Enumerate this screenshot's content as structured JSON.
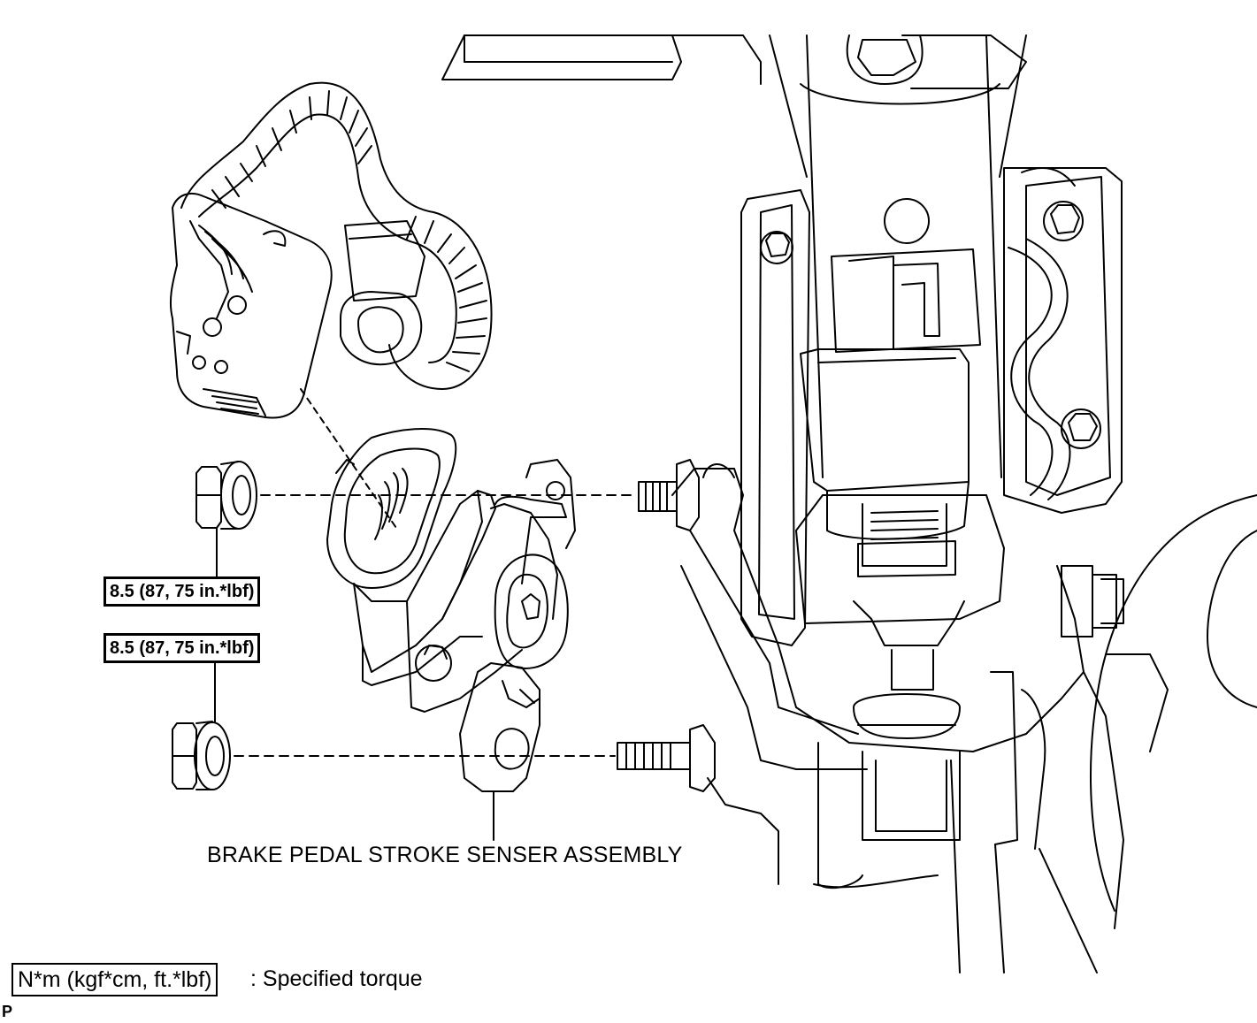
{
  "figure": {
    "part_label": "BRAKE PEDAL STROKE SENSER ASSEMBLY",
    "torque_callouts": [
      {
        "id": "upper-nut",
        "text": "8.5 (87, 75 in.*lbf)"
      },
      {
        "id": "lower-nut",
        "text": "8.5 (87, 75 in.*lbf)"
      }
    ],
    "legend": {
      "unit_box": "N*m (kgf*cm, ft.*lbf)",
      "description": ": Specified torque"
    },
    "corner_code": "P"
  },
  "icons": [
    "connector-harness-icon",
    "sensor-assembly-icon",
    "flange-nut-icon",
    "stud-bolt-icon",
    "pedal-bracket-icon",
    "stop-lamp-switch-icon"
  ],
  "colors": {
    "line": "#000000",
    "background": "#ffffff"
  }
}
